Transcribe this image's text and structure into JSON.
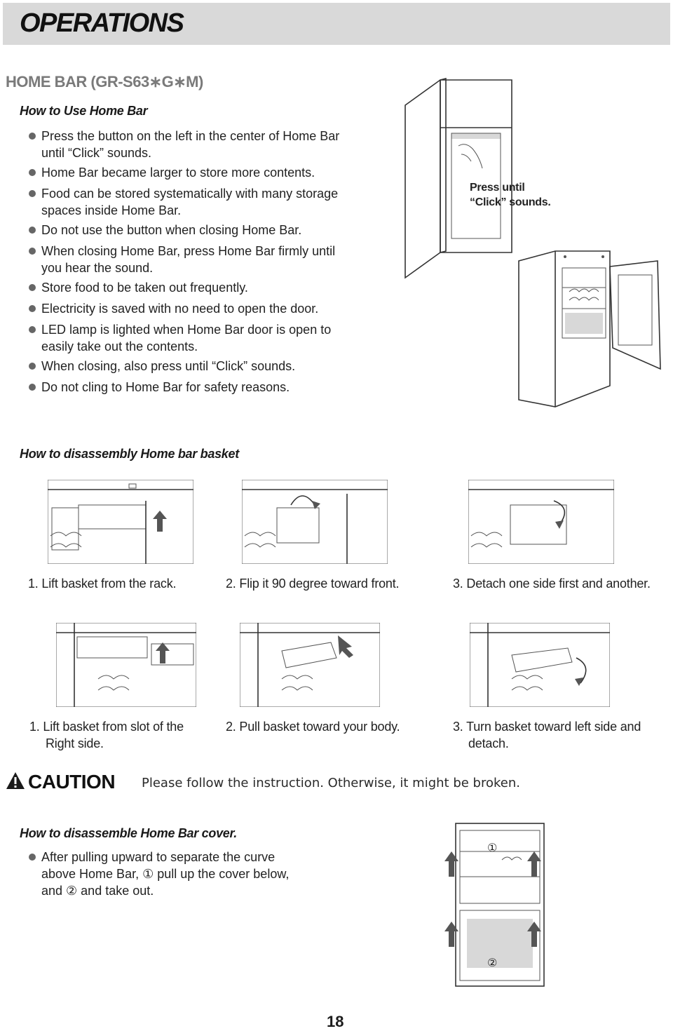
{
  "header": {
    "title": "OPERATIONS"
  },
  "section": {
    "title": "HOME BAR (GR-S63∗G∗M)"
  },
  "use": {
    "heading": "How to Use Home Bar",
    "items": [
      [
        "Press the button on the left in the center of Home Bar",
        "until “Click” sounds."
      ],
      [
        "Home Bar became larger to store more contents."
      ],
      [
        "Food can be stored systematically with many storage",
        "spaces inside Home Bar."
      ],
      [
        "Do not use the button when closing Home Bar."
      ],
      [
        "When closing Home Bar, press Home Bar firmly until",
        "you hear the sound."
      ],
      [
        "Store food to be taken out frequently."
      ],
      [
        "Electricity is saved with no need to open the door."
      ],
      [
        "LED lamp is lighted when Home Bar door is open to",
        "easily take out the contents."
      ],
      [
        "When closing, also press until “Click” sounds."
      ],
      [
        "Do not cling to Home Bar for safety reasons."
      ]
    ],
    "figure_label": [
      "Press until",
      "“Click” sounds."
    ]
  },
  "basket": {
    "heading": "How to  disassembly Home bar basket",
    "row1": [
      [
        "1. Lift basket from the rack."
      ],
      [
        "2. Flip it 90 degree toward front."
      ],
      [
        "3. Detach one side first and another."
      ]
    ],
    "row2": [
      [
        "1. Lift basket from slot of the",
        "Right side."
      ],
      [
        "2. Pull basket toward your body."
      ],
      [
        "3. Turn basket toward left side and",
        "detach."
      ]
    ]
  },
  "caution": {
    "label": "CAUTION",
    "text": "Please follow the instruction. Otherwise, it might be broken."
  },
  "cover": {
    "heading": "How to disassemble Home Bar cover.",
    "items": [
      [
        "After pulling upward to separate the curve",
        "above Home Bar, ① pull up the cover below,",
        "and ② and take out."
      ]
    ],
    "marker_1": "①",
    "marker_2": "②"
  },
  "footer": {
    "page_number": "18"
  }
}
